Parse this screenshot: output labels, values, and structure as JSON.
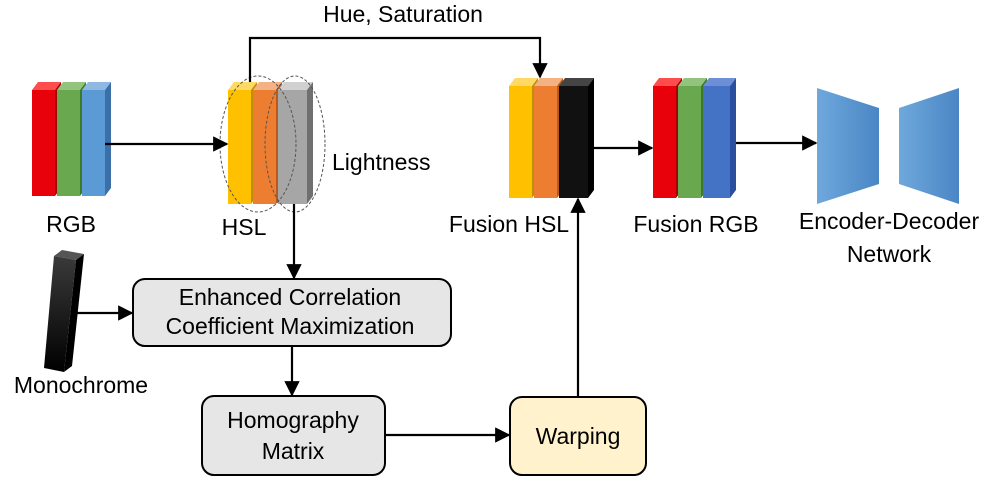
{
  "labels": {
    "top_arrow": "Hue, Saturation",
    "rgb": "RGB",
    "hsl": "HSL",
    "lightness": "Lightness",
    "fusion_hsl": "Fusion HSL",
    "fusion_rgb": "Fusion RGB",
    "network_line1": "Encoder-Decoder",
    "network_line2": "Network",
    "monochrome": "Monochrome"
  },
  "boxes": {
    "ecc_line1": "Enhanced Correlation",
    "ecc_line2": "Coefficient Maximization",
    "homography_line1": "Homography",
    "homography_line2": "Matrix",
    "warping": "Warping"
  },
  "colors": {
    "red": "#e8000b",
    "green": "#6aa84f",
    "blue": "#5b9bd5",
    "yellow": "#ffc000",
    "orange": "#ed7d31",
    "gray": "#a6a6a6",
    "black": "#111111",
    "box_gray": "#e6e6e6",
    "box_cream": "#fff2cc",
    "network_blue": "#5b9bd5"
  }
}
